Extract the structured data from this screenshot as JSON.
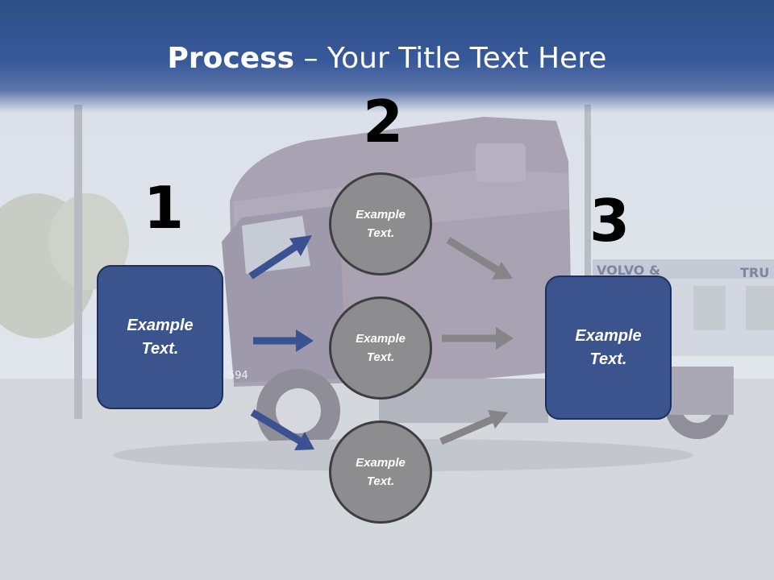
{
  "title": {
    "bold": "Process",
    "rest": " – Your Title Text Here"
  },
  "steps": {
    "one": "1",
    "two": "2",
    "three": "3"
  },
  "left_box": {
    "line1": "Example",
    "line2": "Text."
  },
  "circles": [
    {
      "line1": "Example",
      "line2": "Text."
    },
    {
      "line1": "Example",
      "line2": "Text."
    },
    {
      "line1": "Example",
      "line2": "Text."
    }
  ],
  "right_box": {
    "line1": "Example",
    "line2": "Text."
  },
  "background": {
    "sign_text": "VOLVO &",
    "sign_text2": "TRU",
    "truck_number": "594"
  },
  "colors": {
    "box_fill": "#3c548e",
    "circle_fill": "#8d8d8f",
    "blue_arrow": "#3a5291",
    "gray_arrow": "#858587"
  }
}
